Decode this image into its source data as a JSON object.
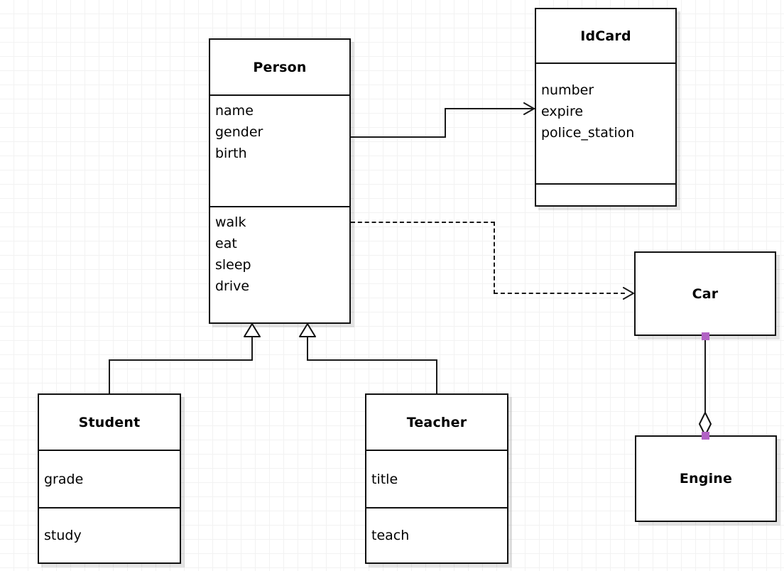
{
  "diagram": {
    "type": "uml-class-diagram",
    "background": {
      "grid": true,
      "grid_size": 20,
      "grid_color": "#f2f2f2",
      "page_color": "#ffffff"
    },
    "accent_handle_color": "#b163c4",
    "line_color": "#1a1a1a"
  },
  "classes": [
    {
      "id": "person",
      "name": "Person",
      "attributes": [
        "name",
        "gender",
        "birth"
      ],
      "operations": [
        "walk",
        "eat",
        "sleep",
        "drive"
      ]
    },
    {
      "id": "idcard",
      "name": "IdCard",
      "attributes": [
        "number",
        "expire",
        "police_station"
      ],
      "operations": []
    },
    {
      "id": "car",
      "name": "Car",
      "attributes": [],
      "operations": []
    },
    {
      "id": "engine",
      "name": "Engine",
      "attributes": [],
      "operations": []
    },
    {
      "id": "student",
      "name": "Student",
      "attributes": [
        "grade"
      ],
      "operations": [
        "study"
      ]
    },
    {
      "id": "teacher",
      "name": "Teacher",
      "attributes": [
        "title"
      ],
      "operations": [
        "teach"
      ]
    }
  ],
  "relationships": [
    {
      "id": "person-idcard",
      "kind": "association",
      "from": "person",
      "to": "idcard",
      "style": "solid",
      "head": "open-arrow"
    },
    {
      "id": "person-car",
      "kind": "dependency",
      "from": "person",
      "to": "car",
      "style": "dashed",
      "head": "open-arrow"
    },
    {
      "id": "student-person",
      "kind": "generalization",
      "from": "student",
      "to": "person",
      "style": "solid",
      "head": "hollow-triangle"
    },
    {
      "id": "teacher-person",
      "kind": "generalization",
      "from": "teacher",
      "to": "person",
      "style": "solid",
      "head": "hollow-triangle"
    },
    {
      "id": "car-engine",
      "kind": "aggregation",
      "from": "car",
      "to": "engine",
      "style": "solid",
      "head": "hollow-diamond"
    }
  ]
}
